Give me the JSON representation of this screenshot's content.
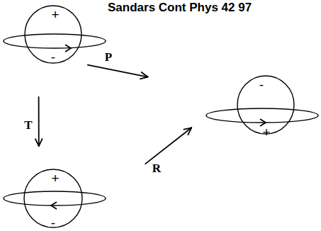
{
  "diagram": {
    "title": "Sandars Cont Phys 42 97",
    "nodes": [
      {
        "text": [
          "+",
          "-"
        ]
      },
      {
        "text": [
          "-",
          "+"
        ]
      },
      {
        "text": [
          "+",
          "-"
        ]
      }
    ],
    "edges": [
      {
        "from": 0,
        "to": 1,
        "arrow": "to",
        "label": "P"
      },
      {
        "from": 0,
        "to": 2,
        "arrow": "to",
        "label": "T"
      },
      {
        "from": 2,
        "to": 1,
        "arrow": "to",
        "label": "R"
      }
    ]
  }
}
